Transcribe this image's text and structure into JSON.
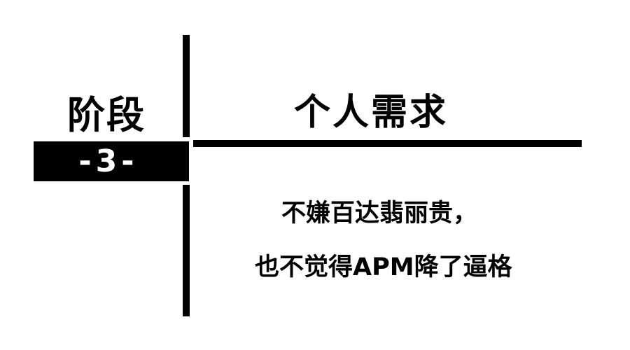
{
  "stage": {
    "label": "阶段",
    "number": "-3-"
  },
  "section": {
    "title": "个人需求"
  },
  "content": {
    "lines": [
      "不嫌百达翡丽贵，",
      "也不觉得APM降了逼格"
    ]
  },
  "colors": {
    "background": "#ffffff",
    "foreground": "#000000",
    "badge_text": "#ffffff"
  }
}
